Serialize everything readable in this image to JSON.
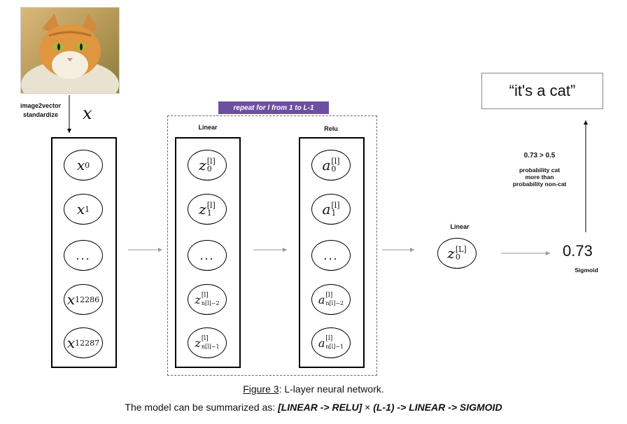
{
  "input": {
    "preprocess_line1": "image2vector",
    "preprocess_line2": "standardize",
    "x_symbol": "x",
    "nodes": [
      {
        "base": "x",
        "sub": "0"
      },
      {
        "base": "x",
        "sub": "1"
      },
      {
        "base": "...",
        "sub": ""
      },
      {
        "base": "x",
        "sub": "12286"
      },
      {
        "base": "x",
        "sub": "12287"
      }
    ]
  },
  "repeat_label": "repeat for l from 1 to L-1",
  "linear_layer": {
    "title": "Linear",
    "nodes": [
      {
        "base": "z",
        "sup": "[l]",
        "sub": "0"
      },
      {
        "base": "z",
        "sup": "[l]",
        "sub": "1"
      },
      {
        "base": "...",
        "sup": "",
        "sub": ""
      },
      {
        "base": "z",
        "sup": "[l]",
        "sub": "n[l]−2"
      },
      {
        "base": "z",
        "sup": "[l]",
        "sub": "n[l]−1"
      }
    ]
  },
  "relu_layer": {
    "title": "Relu",
    "nodes": [
      {
        "base": "a",
        "sup": "[l]",
        "sub": "0"
      },
      {
        "base": "a",
        "sup": "[l]",
        "sub": "1"
      },
      {
        "base": "...",
        "sup": "",
        "sub": ""
      },
      {
        "base": "a",
        "sup": "[l]",
        "sub": "n[l]−2"
      },
      {
        "base": "a",
        "sup": "[l]",
        "sub": "n[l]−1"
      }
    ]
  },
  "final_linear": {
    "title": "Linear",
    "node": {
      "base": "z",
      "sup": "[L]",
      "sub": "0"
    }
  },
  "output": {
    "value": "0.73",
    "activation": "Sigmoid",
    "comparison": "0.73 > 0.5",
    "explanation_lines": [
      "probability cat",
      "more than",
      "probability non-cat"
    ],
    "result_text": "“it's a cat”"
  },
  "caption": {
    "figure_label": "Figure 3",
    "figure_text": ": L-layer neural network.",
    "summary_prefix": "The model can be summarized as: ",
    "summary_part1": "[LINEAR -> RELU]",
    "summary_times": " × ",
    "summary_part2": "(L-1) -> LINEAR -> SIGMOID"
  },
  "colors": {
    "repeat_banner": "#6d4fa2",
    "arrow_gray": "#999999"
  }
}
